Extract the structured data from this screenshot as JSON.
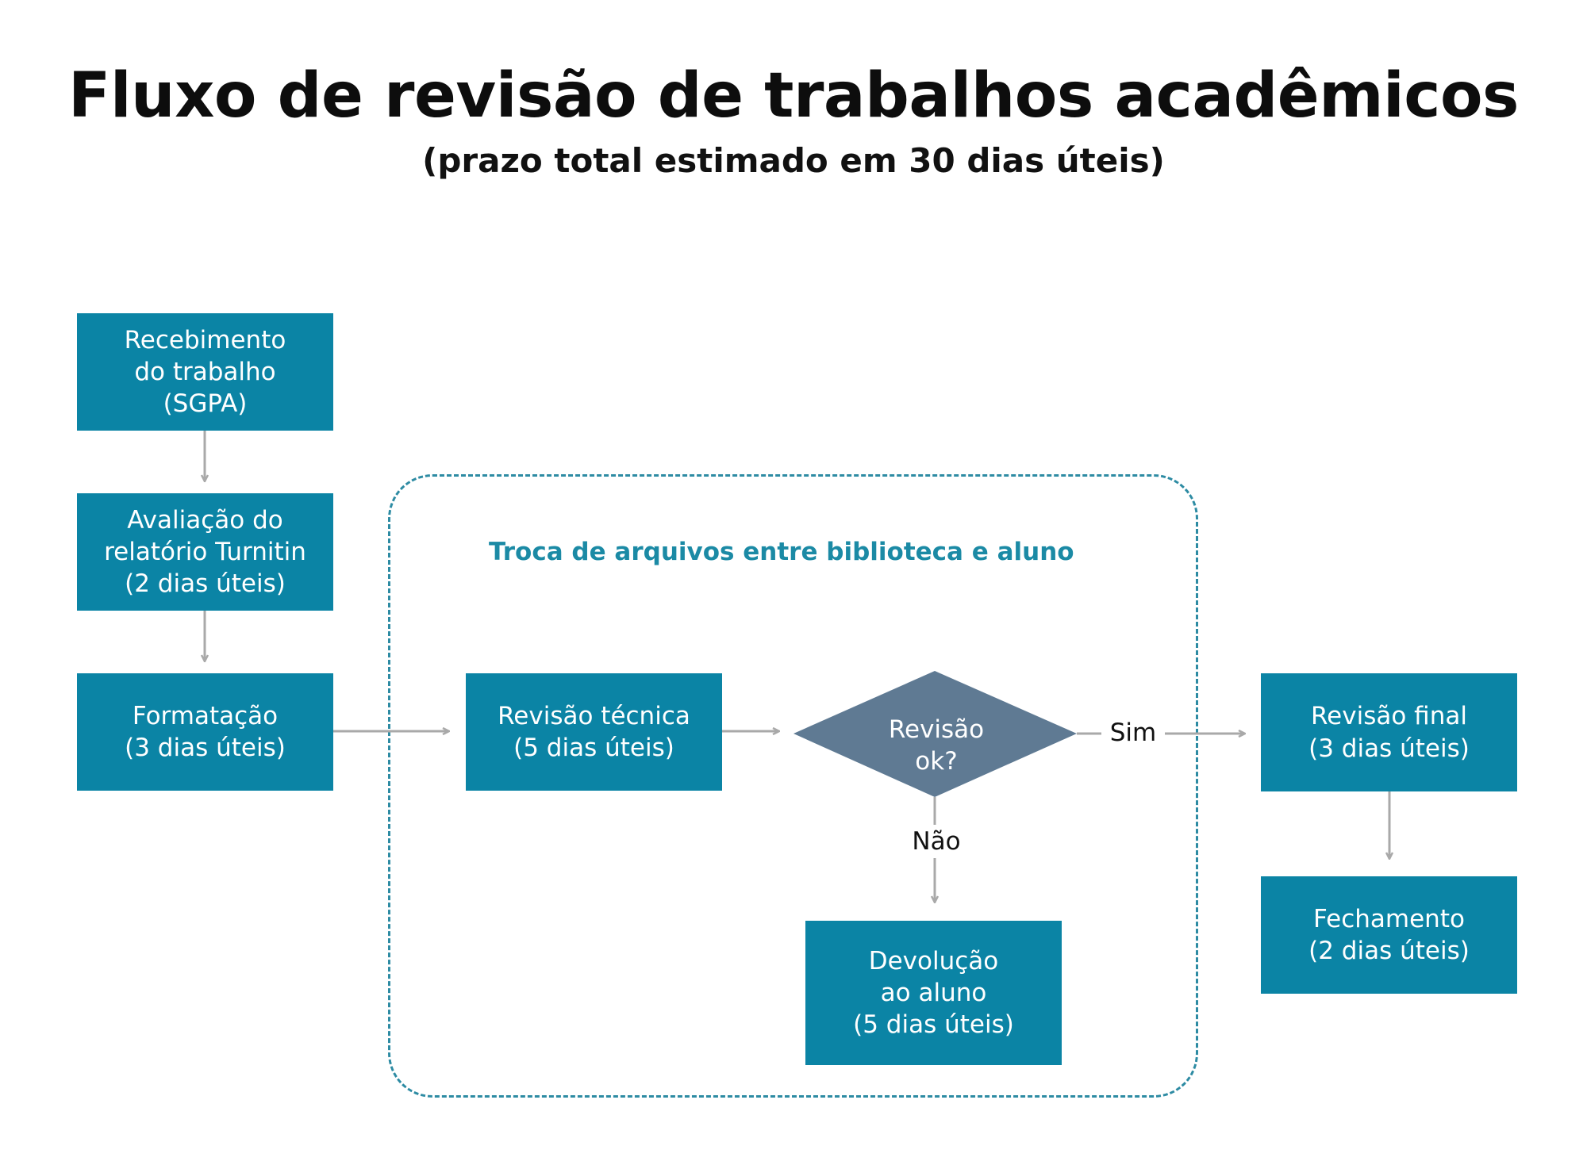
{
  "title": "Fluxo de revisão de trabalhos acadêmicos",
  "subtitle": "(prazo total estimado em 30 dias úteis)",
  "group": {
    "label": "Troca de arquivos entre biblioteca e aluno"
  },
  "nodes": {
    "recebimento": "Recebimento\ndo trabalho\n(SGPA)",
    "avaliacao": "Avaliação do\nrelatório Turnitin\n(2 dias úteis)",
    "formatacao": "Formatação\n(3 dias úteis)",
    "revisao_tecnica": "Revisão técnica\n(5 dias úteis)",
    "decisao": "Revisão\nok?",
    "devolucao": "Devolução\nao aluno\n(5 dias úteis)",
    "revisao_final": "Revisão final\n(3 dias úteis)",
    "fechamento": "Fechamento\n(2 dias úteis)"
  },
  "edge_labels": {
    "sim": "Sim",
    "nao": "Não"
  },
  "colors": {
    "process_box": "#0b84a5",
    "decision": "#5f7a93",
    "connector": "#a9a9a9",
    "group_border": "#2d8ba3",
    "group_label": "#1b8aa5"
  }
}
